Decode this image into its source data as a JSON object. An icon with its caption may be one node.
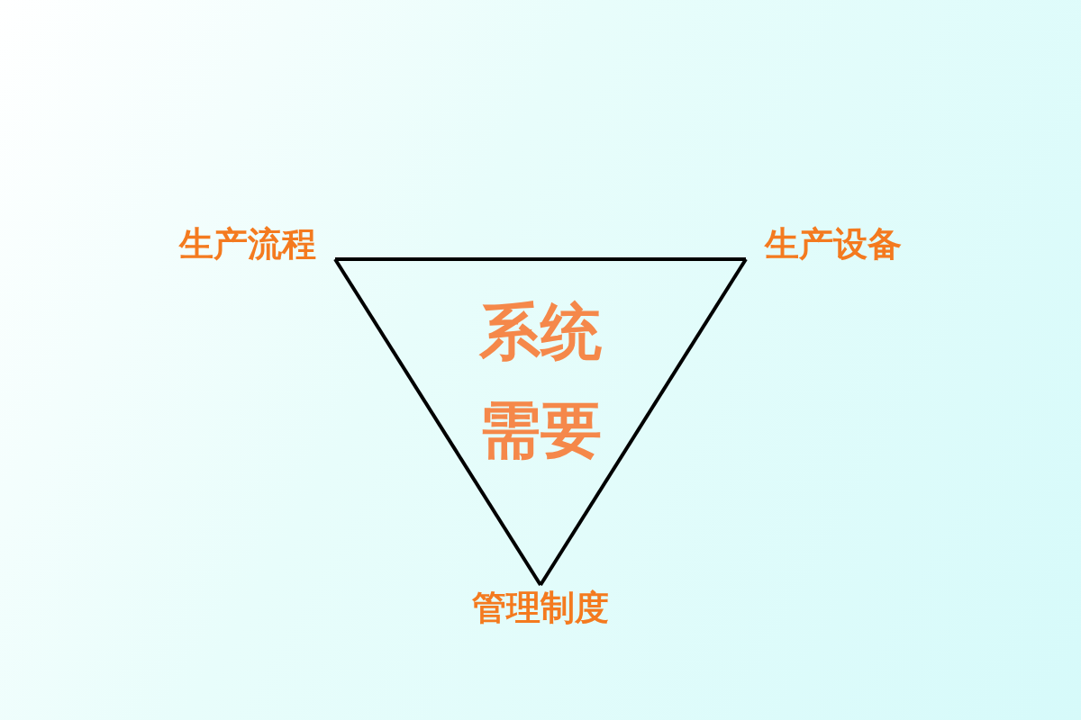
{
  "diagram": {
    "nodes": [
      {
        "text": [
          "生产流程"
        ]
      },
      {
        "text": [
          "生产设备"
        ]
      },
      {
        "text": [
          "管理制度"
        ]
      }
    ],
    "edges": [
      {
        "from": 0,
        "to": 1,
        "arrow": "none"
      },
      {
        "from": 1,
        "to": 2,
        "arrow": "none"
      },
      {
        "from": 2,
        "to": 0,
        "arrow": "none"
      }
    ],
    "labels": [
      "系统需要"
    ]
  }
}
